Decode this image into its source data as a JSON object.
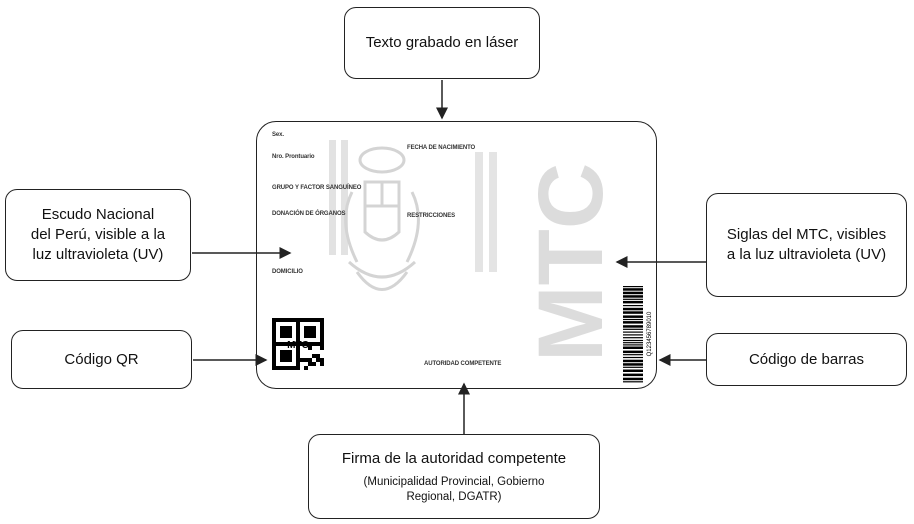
{
  "callouts": {
    "laser": "Texto grabado en láser",
    "escudo": [
      "Escudo Nacional",
      "del Perú, visible a la",
      "luz ultravioleta (UV)"
    ],
    "siglas": [
      "Siglas del MTC, visibles",
      "a la luz ultravioleta (UV)"
    ],
    "qr": "Código QR",
    "barras": "Código de barras",
    "firma_main": "Firma de la autoridad competente",
    "firma_sub": [
      "(Municipalidad Provincial, Gobierno",
      "Regional, DGATR)"
    ]
  },
  "card": {
    "fields": {
      "sexo": "Sex.",
      "nro_prontuario": "Nro. Prontuario",
      "fecha_nacimiento": "FECHA DE NACIMIENTO",
      "grupo_sanguineo": "GRUPO Y FACTOR SANGUÍNEO",
      "donacion_organos": "DONACIÓN DE ÓRGANOS",
      "restricciones": "RESTRICCIONES",
      "domicilio": "DOMICILIO",
      "autoridad": "AUTORIDAD COMPETENTE"
    },
    "watermark_text": "MTC",
    "qr_label": "MTC",
    "barcode_number": "Q123456789010"
  },
  "colors": {
    "line": "#222222",
    "watermark": "#dcdcdc",
    "uv_mark": "#d0d0d0"
  }
}
